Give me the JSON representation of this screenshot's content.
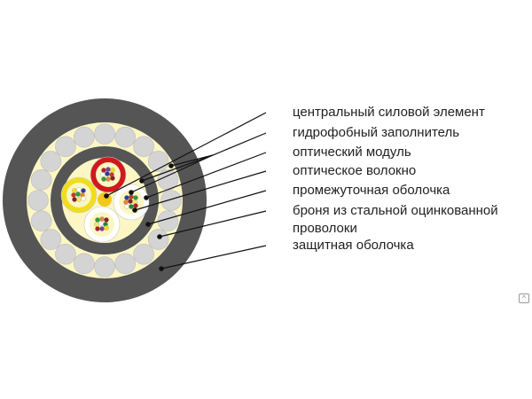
{
  "labels": [
    "центральный силовой элемент",
    "гидрофобный заполнитель",
    "оптический модуль",
    "оптическое волокно",
    "промежуточная оболочка",
    "броня из стальной оцинкованной проволоки",
    "защитная оболочка"
  ],
  "label_6_lines": [
    "броня из стальной оцинкованной",
    "проволоки"
  ],
  "watermark": "^",
  "colors": {
    "sheath": "#555555",
    "filler": "#fbf6c4",
    "wire": "#d4d4d4",
    "red": "#d0191b",
    "yellow": "#f1dd1d"
  }
}
